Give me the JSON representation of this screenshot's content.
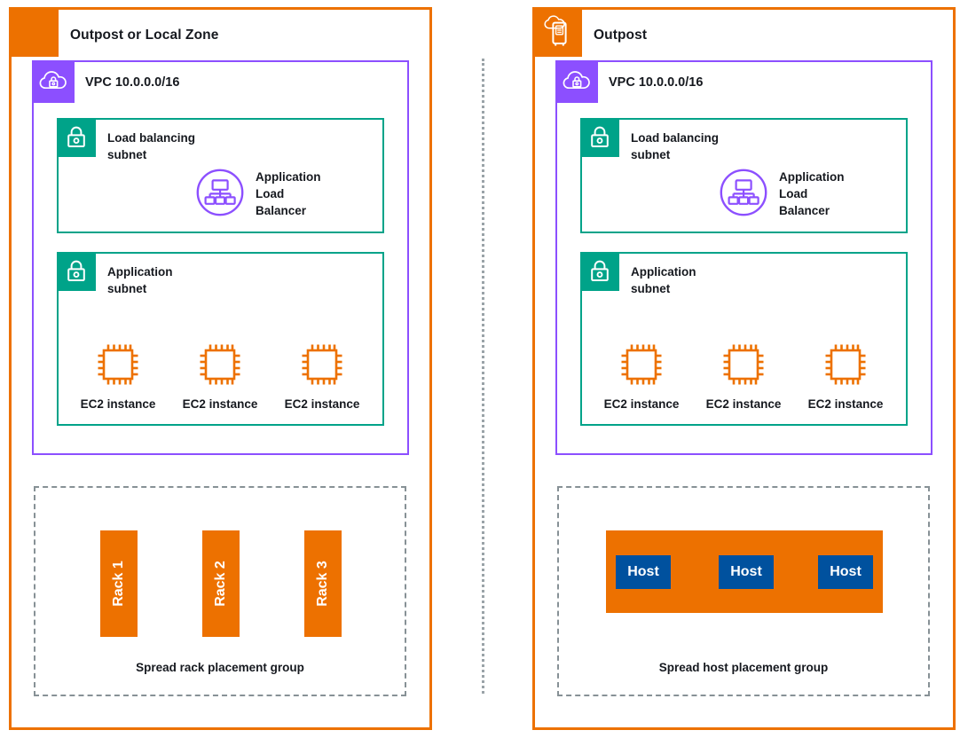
{
  "colors": {
    "orange": "#ED7100",
    "purple": "#8C4FFF",
    "teal": "#00A389",
    "blue": "#00519E",
    "dashed_gray": "#879196",
    "text": "#16191f"
  },
  "panels": [
    {
      "id": "left",
      "title": "Outpost or Local Zone",
      "tab_icon": "region-icon",
      "vpc": {
        "title": "VPC 10.0.0.0/16",
        "icon": "vpc-cloud-lock-icon",
        "subnets": [
          {
            "id": "load-balancing-subnet",
            "title": "Load balancing\nsubnet",
            "title_lines": [
              "Load balancing",
              "subnet"
            ],
            "icon": "padlock-icon",
            "alb": {
              "icon": "application-load-balancer-icon",
              "label_lines": [
                "Application",
                "Load",
                "Balancer"
              ]
            }
          },
          {
            "id": "application-subnet",
            "title_lines": [
              "Application",
              "subnet"
            ],
            "icon": "padlock-icon",
            "instances": [
              {
                "icon": "ec2-instance-icon",
                "label": "EC2 instance"
              },
              {
                "icon": "ec2-instance-icon",
                "label": "EC2 instance"
              },
              {
                "icon": "ec2-instance-icon",
                "label": "EC2 instance"
              }
            ]
          }
        ]
      },
      "placement_group": {
        "type": "rack",
        "label": "Spread rack placement group",
        "racks": [
          {
            "label": "Rack 1"
          },
          {
            "label": "Rack 2"
          },
          {
            "label": "Rack 3"
          }
        ]
      }
    },
    {
      "id": "right",
      "title": "Outpost",
      "tab_icon": "outpost-rack-icon",
      "vpc": {
        "title": "VPC 10.0.0.0/16",
        "icon": "vpc-cloud-lock-icon",
        "subnets": [
          {
            "id": "load-balancing-subnet",
            "title_lines": [
              "Load balancing",
              "subnet"
            ],
            "icon": "padlock-icon",
            "alb": {
              "icon": "application-load-balancer-icon",
              "label_lines": [
                "Application",
                "Load",
                "Balancer"
              ]
            }
          },
          {
            "id": "application-subnet",
            "title_lines": [
              "Application",
              "subnet"
            ],
            "icon": "padlock-icon",
            "instances": [
              {
                "icon": "ec2-instance-icon",
                "label": "EC2 instance"
              },
              {
                "icon": "ec2-instance-icon",
                "label": "EC2 instance"
              },
              {
                "icon": "ec2-instance-icon",
                "label": "EC2 instance"
              }
            ]
          }
        ]
      },
      "placement_group": {
        "type": "host",
        "label": "Spread host placement group",
        "hosts": [
          {
            "label": "Host"
          },
          {
            "label": "Host"
          },
          {
            "label": "Host"
          }
        ]
      }
    }
  ]
}
